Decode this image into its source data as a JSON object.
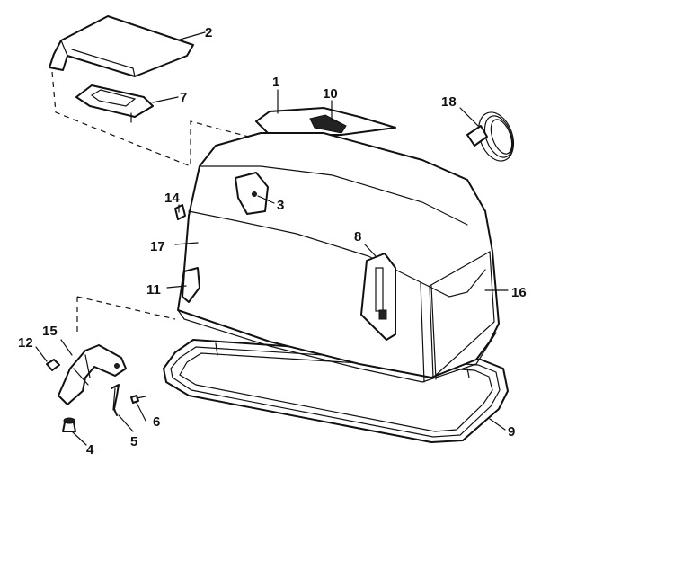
{
  "callouts": {
    "c1": "1",
    "c2": "2",
    "c3": "3",
    "c4": "4",
    "c5": "5",
    "c6": "6",
    "c7": "7",
    "c8": "8",
    "c9": "9",
    "c10": "10",
    "c11": "11",
    "c12": "12",
    "c14": "14",
    "c15": "15",
    "c16": "16",
    "c17": "17",
    "c18": "18"
  },
  "colors": {
    "ink": "#111111",
    "paper": "#ffffff"
  }
}
